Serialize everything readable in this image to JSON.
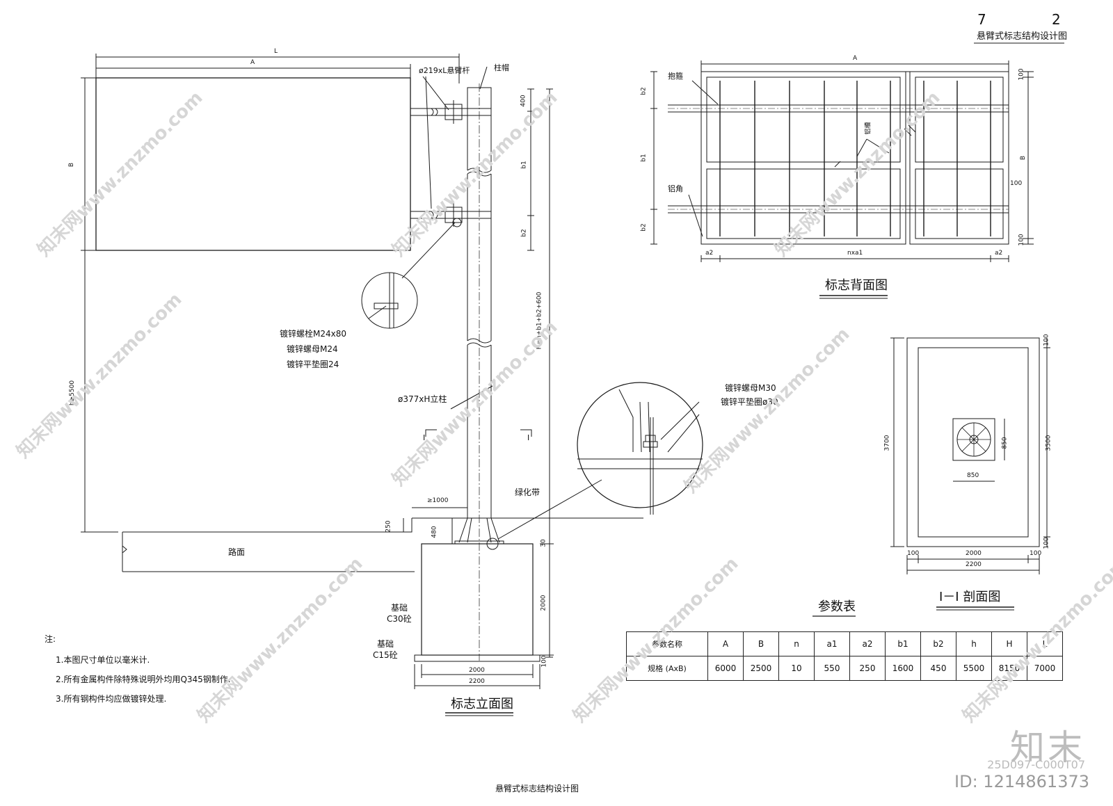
{
  "sheet": {
    "page_no": "7",
    "page_total": "2",
    "header_title": "悬臂式标志结构设计图",
    "footer_title": "悬臂式标志结构设计图"
  },
  "elevation": {
    "title": "标志立面图",
    "dim_L": "L",
    "dim_A": "A",
    "dim_B": "B",
    "arm_label": "ø219xL悬臂杆",
    "cap_label": "柱帽",
    "bolt_label": "镀锌螺栓M24x80",
    "nut_label": "镀锌螺母M24",
    "washer_label": "镀锌平垫圈24",
    "column_label": "ø377xH立柱",
    "green_belt": "绿化带",
    "road_surface": "路面",
    "dist_1000": "≥1000",
    "h_label": "h≥5500",
    "H_label": "H=h+b1+b2+600",
    "d400": "400",
    "d_b1": "b1",
    "d_b2": "b2",
    "d_b2b": "b2",
    "d250": "250",
    "d480": "480",
    "d30": "30",
    "d2000v": "2000",
    "d100": "100",
    "d2000": "2000",
    "d2200": "2200",
    "section_mark_l": "I",
    "section_mark_r": "I",
    "foundation_c30_a": "基础",
    "foundation_c30_b": "C30砼",
    "foundation_c15_a": "基础",
    "foundation_c15_b": "C15砼"
  },
  "detail": {
    "nut_label": "镀锌螺母M30",
    "washer_label": "镀锌平垫圈ø30"
  },
  "back_view": {
    "title": "标志背面图",
    "dim_A": "A",
    "dim_B": "B",
    "hoop_label": "抱箍",
    "angle_label": "铝角",
    "slot_label": "铝槽",
    "d_b2": "b2",
    "d_b1": "b1",
    "d_b2b": "b2",
    "d_a2": "a2",
    "d_nxa1": "nxa1",
    "d_a2b": "a2",
    "d100a": "100",
    "d100b": "100",
    "d100c": "100"
  },
  "section": {
    "title": "I－I 剖面图",
    "d3700": "3700",
    "d3500": "3500",
    "d850v": "850",
    "d850h": "850",
    "d100l": "100",
    "d2000": "2000",
    "d100r": "100",
    "d2200": "2200",
    "d100t": "100",
    "d100b": "100"
  },
  "params": {
    "title": "参数表",
    "header_label": "参数名称",
    "row_label": "规格 (AxB)",
    "columns": [
      "A",
      "B",
      "n",
      "a1",
      "a2",
      "b1",
      "b2",
      "h",
      "H",
      "L"
    ],
    "values": [
      "6000",
      "2500",
      "10",
      "550",
      "250",
      "1600",
      "450",
      "5500",
      "8150",
      "7000"
    ]
  },
  "notes": {
    "heading": "注:",
    "items": [
      "1.本图尺寸单位以毫米计.",
      "2.所有金属构件除特殊说明外均用Q345钢制作.",
      "3.所有钢构件均应做镀锌处理."
    ]
  },
  "watermark": {
    "text": "知末网www.znzmo.com",
    "brand": "知末",
    "code": "25D097-C000T07",
    "id": "ID: 1214861373"
  }
}
